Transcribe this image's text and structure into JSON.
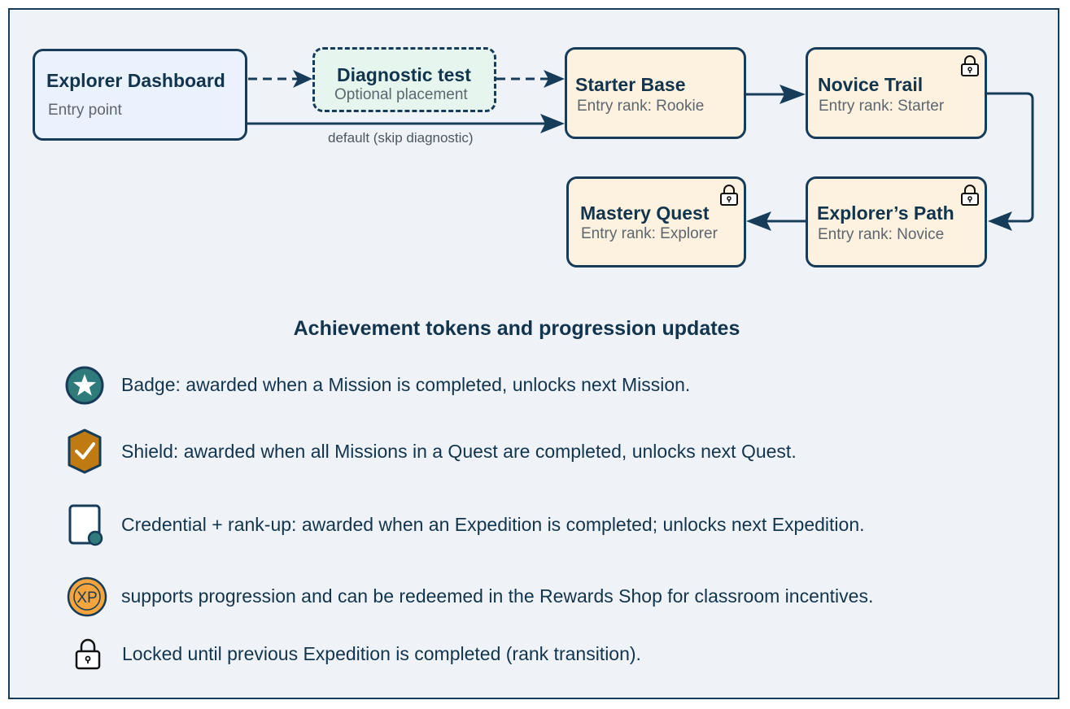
{
  "nodes": {
    "dashboard": {
      "title": "Explorer Dashboard",
      "subtitle": "Entry point"
    },
    "diagnostic": {
      "title": "Diagnostic test",
      "subtitle": "Optional placement"
    },
    "starter_base": {
      "title": "Starter Base",
      "subtitle": "Entry rank: Rookie",
      "locked": false
    },
    "novice_trail": {
      "title": "Novice Trail",
      "subtitle": "Entry rank: Starter",
      "locked": true
    },
    "explorers_path": {
      "title": "Explorer’s Path",
      "subtitle": "Entry rank: Novice",
      "locked": true
    },
    "mastery_quest": {
      "title": "Mastery Quest",
      "subtitle": "Entry rank: Explorer",
      "locked": true
    }
  },
  "edges": {
    "default_label": "default (skip diagnostic)"
  },
  "legend": {
    "title": "Achievement tokens and progression updates",
    "items": [
      {
        "icon": "star-badge-icon",
        "text": "Badge: awarded when a Mission is completed, unlocks next Mission."
      },
      {
        "icon": "shield-icon",
        "text": "Shield: awarded when all Missions in a Quest are completed, unlocks next Quest."
      },
      {
        "icon": "credential-icon",
        "text": "Credential + rank-up: awarded when an Expedition is completed; unlocks next Expedition."
      },
      {
        "icon": "xp-coin-icon",
        "icon_label": "XP",
        "text": "supports progression and can be redeemed in the Rewards Shop for classroom incentives."
      },
      {
        "icon": "lock-icon",
        "text": "Locked until previous Expedition is completed (rank transition)."
      }
    ]
  },
  "colors": {
    "ink": "#173c5a",
    "start_fill": "#eaf2fd",
    "diagnostic_fill": "#e6f6ee",
    "quest_fill": "#fdf1df",
    "badge": "#2f7a7a",
    "shield": "#c07a12",
    "xp": "#f5a53b"
  }
}
